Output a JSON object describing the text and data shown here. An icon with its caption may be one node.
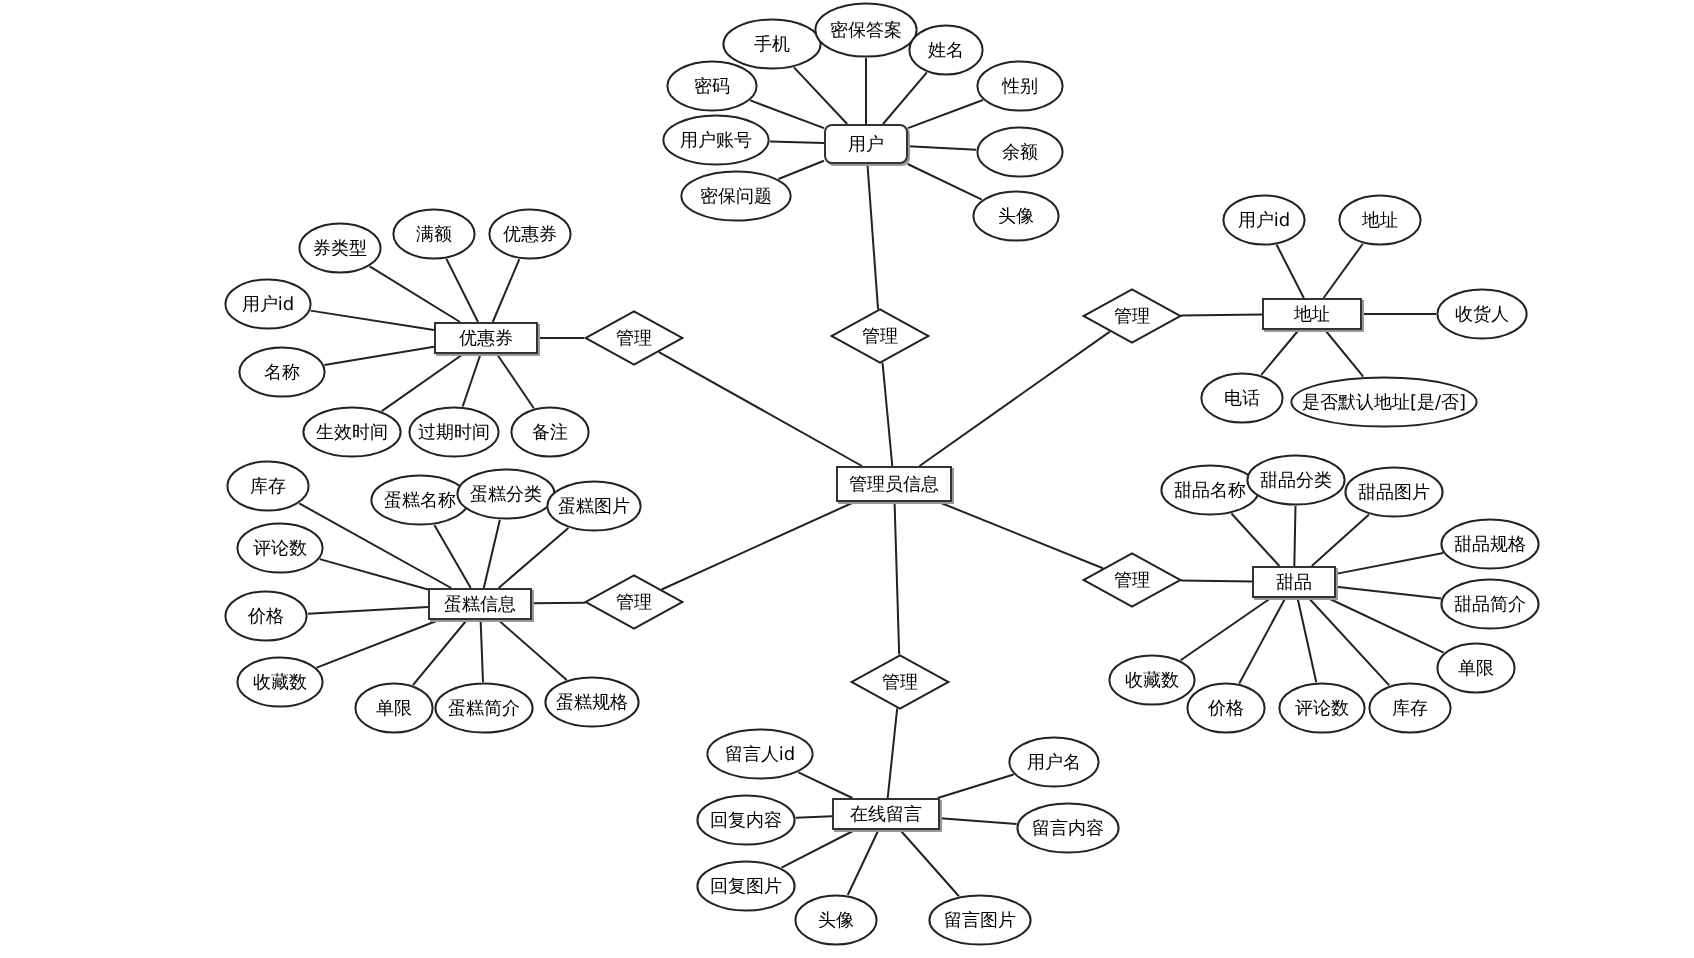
{
  "diagram": {
    "nodes": [
      {
        "text": [
          "管理员信息"
        ]
      },
      {
        "text": [
          "用户"
        ]
      },
      {
        "text": [
          "手机"
        ]
      },
      {
        "text": [
          "密保答案"
        ]
      },
      {
        "text": [
          "姓名"
        ]
      },
      {
        "text": [
          "密码"
        ]
      },
      {
        "text": [
          "性别"
        ]
      },
      {
        "text": [
          "用户账号"
        ]
      },
      {
        "text": [
          "余额"
        ]
      },
      {
        "text": [
          "密保问题"
        ]
      },
      {
        "text": [
          "头像"
        ]
      },
      {
        "text": [
          "管理"
        ]
      },
      {
        "text": [
          "优惠券"
        ]
      },
      {
        "text": [
          "券类型"
        ]
      },
      {
        "text": [
          "满额"
        ]
      },
      {
        "text": [
          "优惠券"
        ]
      },
      {
        "text": [
          "用户id"
        ]
      },
      {
        "text": [
          "名称"
        ]
      },
      {
        "text": [
          "生效时间"
        ]
      },
      {
        "text": [
          "过期时间"
        ]
      },
      {
        "text": [
          "备注"
        ]
      },
      {
        "text": [
          "管理"
        ]
      },
      {
        "text": [
          "蛋糕信息"
        ]
      },
      {
        "text": [
          "库存"
        ]
      },
      {
        "text": [
          "蛋糕名称"
        ]
      },
      {
        "text": [
          "蛋糕分类"
        ]
      },
      {
        "text": [
          "蛋糕图片"
        ]
      },
      {
        "text": [
          "评论数"
        ]
      },
      {
        "text": [
          "价格"
        ]
      },
      {
        "text": [
          "收藏数"
        ]
      },
      {
        "text": [
          "单限"
        ]
      },
      {
        "text": [
          "蛋糕简介"
        ]
      },
      {
        "text": [
          "蛋糕规格"
        ]
      },
      {
        "text": [
          "管理"
        ]
      },
      {
        "text": [
          "地址"
        ]
      },
      {
        "text": [
          "用户id"
        ]
      },
      {
        "text": [
          "地址"
        ]
      },
      {
        "text": [
          "收货人"
        ]
      },
      {
        "text": [
          "电话"
        ]
      },
      {
        "text": [
          "是否默认地址[是/否]"
        ]
      },
      {
        "text": [
          "管理"
        ]
      },
      {
        "text": [
          "甜品"
        ]
      },
      {
        "text": [
          "甜品名称"
        ]
      },
      {
        "text": [
          "甜品分类"
        ]
      },
      {
        "text": [
          "甜品图片"
        ]
      },
      {
        "text": [
          "甜品规格"
        ]
      },
      {
        "text": [
          "甜品简介"
        ]
      },
      {
        "text": [
          "单限"
        ]
      },
      {
        "text": [
          "收藏数"
        ]
      },
      {
        "text": [
          "价格"
        ]
      },
      {
        "text": [
          "评论数"
        ]
      },
      {
        "text": [
          "库存"
        ]
      },
      {
        "text": [
          "管理"
        ]
      },
      {
        "text": [
          "在线留言"
        ]
      },
      {
        "text": [
          "管理"
        ]
      },
      {
        "text": [
          "留言人id"
        ]
      },
      {
        "text": [
          "用户名"
        ]
      },
      {
        "text": [
          "回复内容"
        ]
      },
      {
        "text": [
          "留言内容"
        ]
      },
      {
        "text": [
          "回复图片"
        ]
      },
      {
        "text": [
          "头像"
        ]
      },
      {
        "text": [
          "留言图片"
        ]
      }
    ],
    "edges": [
      {
        "from": 2,
        "to": 1,
        "arrow": "none"
      },
      {
        "from": 3,
        "to": 1,
        "arrow": "none"
      },
      {
        "from": 4,
        "to": 1,
        "arrow": "none"
      },
      {
        "from": 5,
        "to": 1,
        "arrow": "none"
      },
      {
        "from": 6,
        "to": 1,
        "arrow": "none"
      },
      {
        "from": 7,
        "to": 1,
        "arrow": "none"
      },
      {
        "from": 8,
        "to": 1,
        "arrow": "none"
      },
      {
        "from": 9,
        "to": 1,
        "arrow": "none"
      },
      {
        "from": 10,
        "to": 1,
        "arrow": "none"
      },
      {
        "from": 1,
        "to": 11,
        "arrow": "none"
      },
      {
        "from": 11,
        "to": 0,
        "arrow": "none"
      },
      {
        "from": 13,
        "to": 12,
        "arrow": "none"
      },
      {
        "from": 14,
        "to": 12,
        "arrow": "none"
      },
      {
        "from": 15,
        "to": 12,
        "arrow": "none"
      },
      {
        "from": 16,
        "to": 12,
        "arrow": "none"
      },
      {
        "from": 17,
        "to": 12,
        "arrow": "none"
      },
      {
        "from": 18,
        "to": 12,
        "arrow": "none"
      },
      {
        "from": 19,
        "to": 12,
        "arrow": "none"
      },
      {
        "from": 20,
        "to": 12,
        "arrow": "none"
      },
      {
        "from": 12,
        "to": 21,
        "arrow": "none"
      },
      {
        "from": 21,
        "to": 0,
        "arrow": "none"
      },
      {
        "from": 23,
        "to": 22,
        "arrow": "none"
      },
      {
        "from": 24,
        "to": 22,
        "arrow": "none"
      },
      {
        "from": 25,
        "to": 22,
        "arrow": "none"
      },
      {
        "from": 26,
        "to": 22,
        "arrow": "none"
      },
      {
        "from": 27,
        "to": 22,
        "arrow": "none"
      },
      {
        "from": 28,
        "to": 22,
        "arrow": "none"
      },
      {
        "from": 29,
        "to": 22,
        "arrow": "none"
      },
      {
        "from": 30,
        "to": 22,
        "arrow": "none"
      },
      {
        "from": 31,
        "to": 22,
        "arrow": "none"
      },
      {
        "from": 32,
        "to": 22,
        "arrow": "none"
      },
      {
        "from": 22,
        "to": 33,
        "arrow": "none"
      },
      {
        "from": 33,
        "to": 0,
        "arrow": "none"
      },
      {
        "from": 35,
        "to": 34,
        "arrow": "none"
      },
      {
        "from": 36,
        "to": 34,
        "arrow": "none"
      },
      {
        "from": 37,
        "to": 34,
        "arrow": "none"
      },
      {
        "from": 38,
        "to": 34,
        "arrow": "none"
      },
      {
        "from": 39,
        "to": 34,
        "arrow": "none"
      },
      {
        "from": 34,
        "to": 40,
        "arrow": "none"
      },
      {
        "from": 40,
        "to": 0,
        "arrow": "none"
      },
      {
        "from": 42,
        "to": 41,
        "arrow": "none"
      },
      {
        "from": 43,
        "to": 41,
        "arrow": "none"
      },
      {
        "from": 44,
        "to": 41,
        "arrow": "none"
      },
      {
        "from": 45,
        "to": 41,
        "arrow": "none"
      },
      {
        "from": 46,
        "to": 41,
        "arrow": "none"
      },
      {
        "from": 47,
        "to": 41,
        "arrow": "none"
      },
      {
        "from": 48,
        "to": 41,
        "arrow": "none"
      },
      {
        "from": 49,
        "to": 41,
        "arrow": "none"
      },
      {
        "from": 50,
        "to": 41,
        "arrow": "none"
      },
      {
        "from": 51,
        "to": 41,
        "arrow": "none"
      },
      {
        "from": 41,
        "to": 52,
        "arrow": "none"
      },
      {
        "from": 52,
        "to": 0,
        "arrow": "none"
      },
      {
        "from": 55,
        "to": 53,
        "arrow": "none"
      },
      {
        "from": 56,
        "to": 53,
        "arrow": "none"
      },
      {
        "from": 57,
        "to": 53,
        "arrow": "none"
      },
      {
        "from": 58,
        "to": 53,
        "arrow": "none"
      },
      {
        "from": 59,
        "to": 53,
        "arrow": "none"
      },
      {
        "from": 60,
        "to": 53,
        "arrow": "none"
      },
      {
        "from": 61,
        "to": 53,
        "arrow": "none"
      },
      {
        "from": 53,
        "to": 54,
        "arrow": "none"
      },
      {
        "from": 54,
        "to": 0,
        "arrow": "none"
      }
    ]
  }
}
